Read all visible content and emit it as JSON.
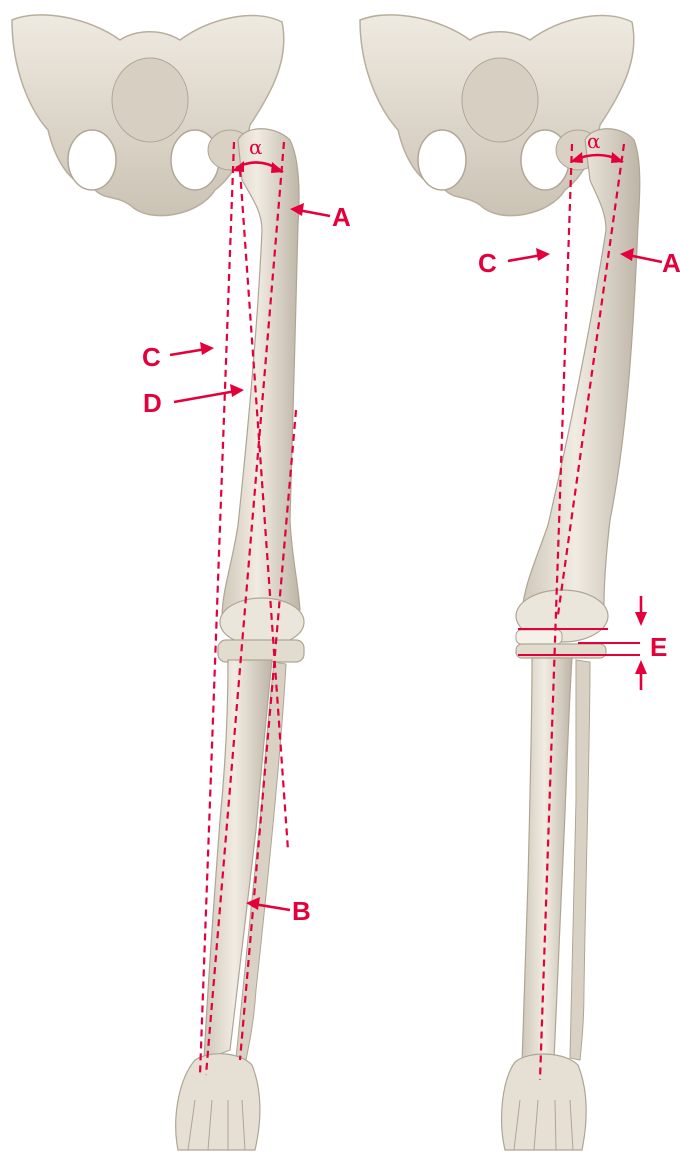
{
  "accent_color": "#e4003a",
  "bone_color": "#e6e0d4",
  "bone_shade": "#b9b1a2",
  "left_panel": {
    "alpha": "α",
    "label_a": "A",
    "label_b": "B",
    "label_c": "C",
    "label_d": "D"
  },
  "right_panel": {
    "alpha": "α",
    "label_a": "A",
    "label_c": "C",
    "label_e": "E"
  }
}
